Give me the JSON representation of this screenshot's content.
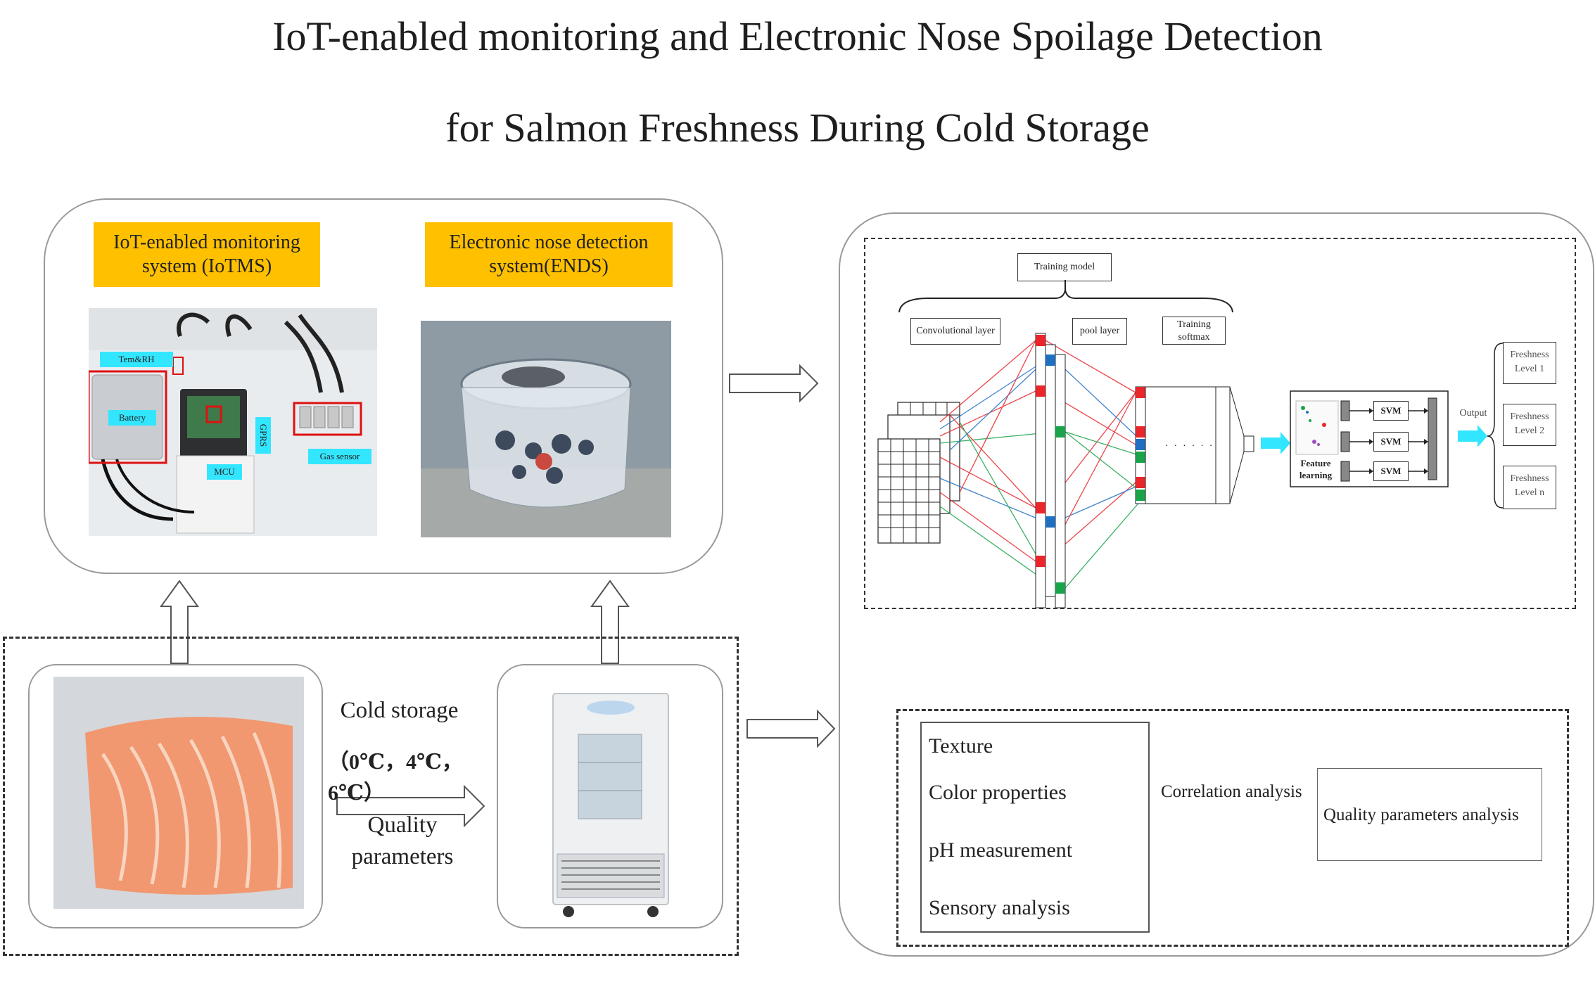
{
  "title": {
    "line1": "IoT-enabled monitoring and Electronic Nose Spoilage Detection",
    "line2": "for Salmon Freshness During Cold Storage"
  },
  "iot": {
    "tag": "IoT-enabled monitoring system (IoTMS)",
    "labels": {
      "temrh": "Tem&RH",
      "battery": "Battery",
      "gprs": "GPRS",
      "mcu": "MCU",
      "gas": "Gas sensor"
    }
  },
  "nose": {
    "tag": "Electronic nose detection system(ENDS)"
  },
  "storage": {
    "cold_label": "Cold storage",
    "temps": "（0℃，4℃，6℃）",
    "quality_line1": "Quality",
    "quality_line2": "parameters"
  },
  "network": {
    "training_model": "Training model",
    "conv": "Convolutional layer",
    "pool": "pool layer",
    "softmax_line1": "Training",
    "softmax_line2": "softmax",
    "dots": "· · · · · ·",
    "feature_line1": "Feature",
    "feature_line2": "learning",
    "svm": [
      "SVM",
      "SVM",
      "SVM"
    ],
    "output": "Output",
    "levels": [
      {
        "l1": "Freshness",
        "l2": "Level 1"
      },
      {
        "l1": "Freshness",
        "l2": "Level 2"
      },
      {
        "l1": "Freshness",
        "l2": "Level n"
      }
    ]
  },
  "analysis": {
    "items": [
      "Texture",
      "Color properties",
      "pH measurement",
      "Sensory analysis"
    ],
    "correlation": "Correlation analysis",
    "quality": "Quality parameters analysis"
  },
  "colors": {
    "tag": "#ffc000",
    "cyan": "#33e6ff",
    "red": "#e8262b",
    "blue": "#1f6fc2",
    "green": "#19a34a",
    "salmon": "#f08a5d"
  }
}
